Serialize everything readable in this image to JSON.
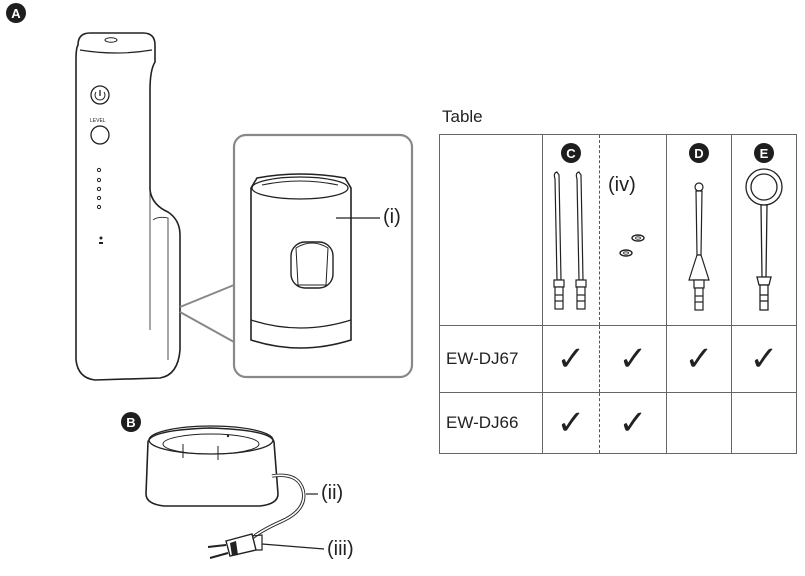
{
  "figure": {
    "labels": {
      "a": "A",
      "b": "B",
      "c": "C",
      "d": "D",
      "e": "E"
    },
    "callouts": {
      "i": "(i)",
      "ii": "(ii)",
      "iii": "(iii)",
      "iv": "(iv)"
    },
    "main_unit": {
      "level_text": "LEVEL"
    }
  },
  "table": {
    "title": "Table",
    "rows": [
      {
        "model": "EW-DJ67",
        "checks": [
          "✓",
          "✓",
          "✓",
          "✓"
        ]
      },
      {
        "model": "EW-DJ66",
        "checks": [
          "✓",
          "✓",
          "",
          ""
        ]
      }
    ]
  }
}
